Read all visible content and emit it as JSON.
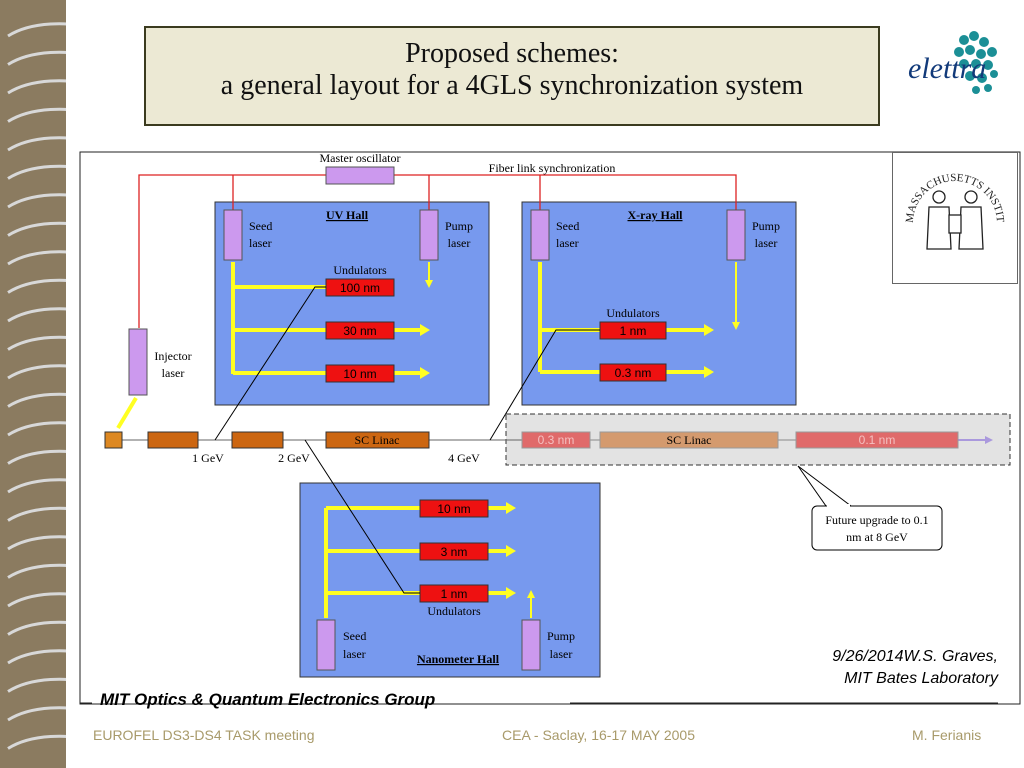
{
  "title": {
    "line1": "Proposed schemes:",
    "line2": "a general layout for a 4GLS synchronization system"
  },
  "logo": {
    "text": "elettra"
  },
  "diagram": {
    "master_oscillator": "Master oscillator",
    "fiber_link": "Fiber link synchronization",
    "injector": [
      "Injector",
      "laser"
    ],
    "uv_hall": {
      "title": "UV Hall",
      "seed": [
        "Seed",
        "laser"
      ],
      "pump": [
        "Pump",
        "laser"
      ],
      "undulators": "Undulators",
      "wavelengths": [
        "100 nm",
        "30 nm",
        "10 nm"
      ]
    },
    "xray_hall": {
      "title": "X-ray Hall",
      "seed": [
        "Seed",
        "laser"
      ],
      "pump": [
        "Pump",
        "laser"
      ],
      "undulators": "Undulators",
      "wavelengths": [
        "1 nm",
        "0.3 nm"
      ]
    },
    "nano_hall": {
      "title": "Nanometer Hall",
      "seed": [
        "Seed",
        "laser"
      ],
      "pump": [
        "Pump",
        "laser"
      ],
      "undulators": "Undulators",
      "wavelengths": [
        "10 nm",
        "3 nm",
        "1 nm"
      ]
    },
    "linac": {
      "label": "SC Linac",
      "energies": [
        "1 GeV",
        "2 GeV",
        "4 GeV"
      ]
    },
    "future": {
      "left": "0.3 nm",
      "linac": "SC Linac",
      "right": "0.1 nm",
      "callout": [
        "Future upgrade to 0.1",
        "nm at 8 GeV"
      ]
    }
  },
  "mit_logo": {
    "arc_text": "MASSACHUSETTS INSTITUTE OF TECHNOLOGY"
  },
  "group": "MIT Optics & Quantum Electronics Group",
  "author": {
    "line1": "9/26/2014W.S. Graves,",
    "line2": "MIT Bates Laboratory"
  },
  "footer": {
    "left": "EUROFEL DS3-DS4 TASK meeting",
    "center": "CEA - Saclay, 16-17 MAY 2005",
    "right": "M. Ferianis"
  },
  "colors": {
    "hall_fill": "#7799ee",
    "undulator_red": "#ee1111",
    "laser_violet": "#cc99ee",
    "beam_yellow": "#ffff22",
    "linac_orange": "#cc6611",
    "sync_red": "#dd2222"
  }
}
